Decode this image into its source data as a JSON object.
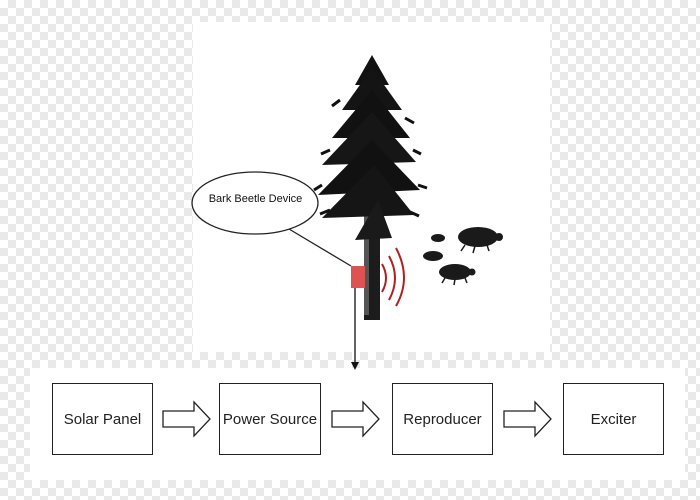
{
  "callout": {
    "label": "Bark Beetle Device"
  },
  "flow": {
    "steps": [
      "Solar Panel",
      "Power Source",
      "Reproducer",
      "Exciter"
    ]
  },
  "colors": {
    "device": "#e05252",
    "sound_waves": "#b02020",
    "tree": "#111111"
  },
  "icons": [
    "pine-tree-icon",
    "bark-beetle-icon",
    "sound-wave-icon",
    "right-arrow-icon"
  ]
}
